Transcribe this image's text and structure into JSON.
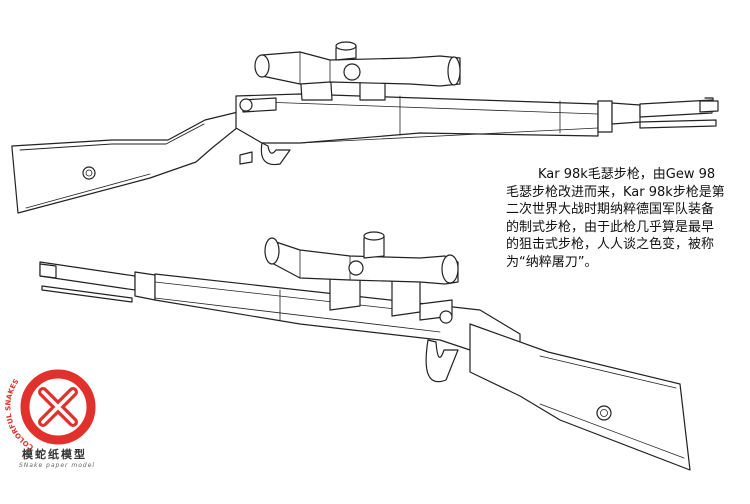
{
  "description": "Kar 98k毛瑟步枪，由Gew 98毛瑟步枪改进而来，Kar 98k步枪是第二次世界大战时期纳粹德国军队装备的制式步枪，由于此枪几乎算是最早的狙击式步枪，人人谈之色变，被称为“纳粹屠刀”。",
  "logo": {
    "ring_text": "COLORFUL SNAKES",
    "brand_cn": "模蛇纸模型",
    "brand_en": "SNake paper model",
    "accent_color": "#e0312c"
  },
  "rifles": [
    {
      "name": "rifle-top-view",
      "icon": "sniper-rifle-wireframe"
    },
    {
      "name": "rifle-bottom-view",
      "icon": "sniper-rifle-wireframe"
    }
  ]
}
